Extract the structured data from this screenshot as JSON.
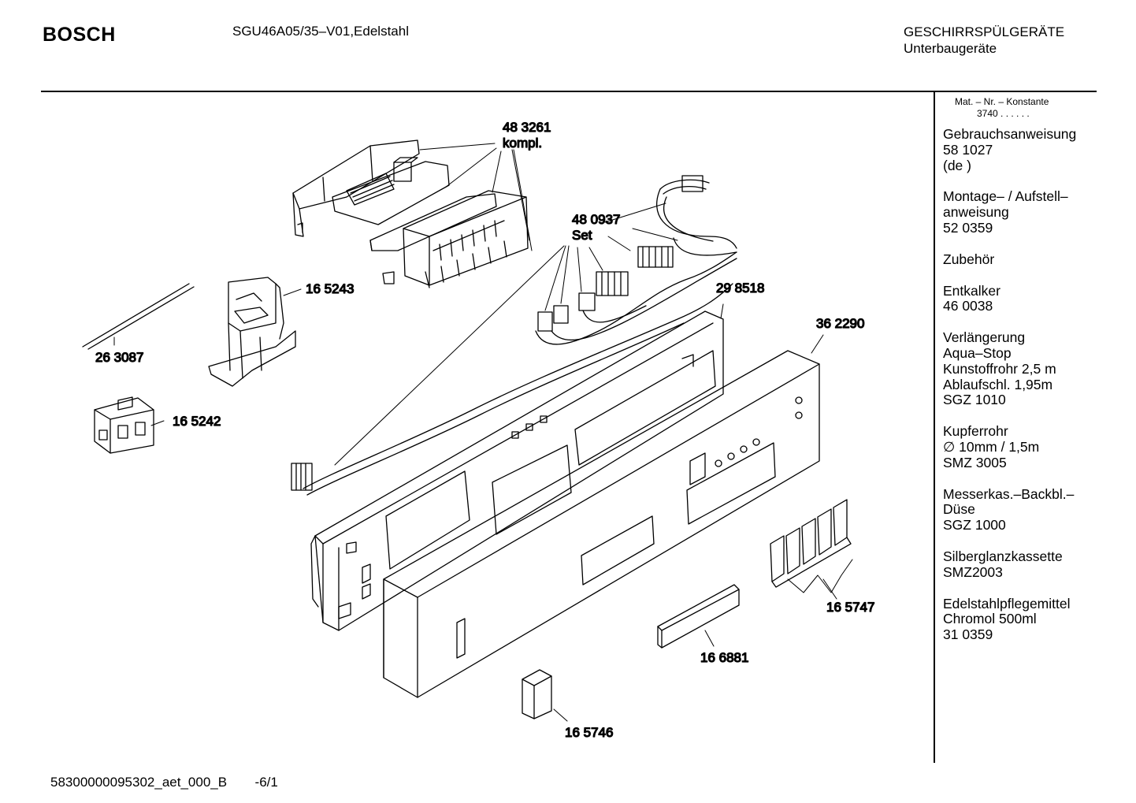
{
  "header": {
    "brand": "BOSCH",
    "model": "SGU46A05/35–V01,Edelstahl",
    "category_line1": "GESCHIRRSPÜLGERÄTE",
    "category_line2": "Unterbaugeräte"
  },
  "sidebar": {
    "constant_label": "Mat. – Nr. – Konstante",
    "constant_value": "3740  .  .    .  .  .  .",
    "blocks": [
      [
        "Gebrauchsanweisung",
        "58 1027",
        "(de )"
      ],
      [
        "Montage– / Aufstell–",
        "anweisung",
        "52 0359"
      ],
      [
        "Zubehör"
      ],
      [
        "Entkalker",
        "46 0038"
      ],
      [
        "Verlängerung",
        "Aqua–Stop",
        "Kunstoffrohr 2,5 m",
        "Ablaufschl. 1,95m",
        "SGZ 1010"
      ],
      [
        "Kupferrohr",
        "∅ 10mm / 1,5m",
        "SMZ 3005"
      ],
      [
        "Messerkas.–Backbl.–",
        "Düse",
        "SGZ 1000"
      ],
      [
        "Silberglanzkassette",
        "SMZ2003"
      ],
      [
        "Edelstahlpflegemittel",
        "Chromol 500ml",
        "31 0359"
      ]
    ]
  },
  "parts": {
    "p483261_num": "48 3261",
    "p483261_note": "kompl.",
    "p480937_num": "48 0937",
    "p480937_note": "Set",
    "p165243": "16 5243",
    "p263087": "26 3087",
    "p165242": "16 5242",
    "p298518": "29 8518",
    "p362290": "36 2290",
    "p165747": "16 5747",
    "p166881": "16 6881",
    "p165746": "16 5746"
  },
  "footer": {
    "doc_id": "58300000095302_aet_000_B",
    "page": "-6/1"
  }
}
